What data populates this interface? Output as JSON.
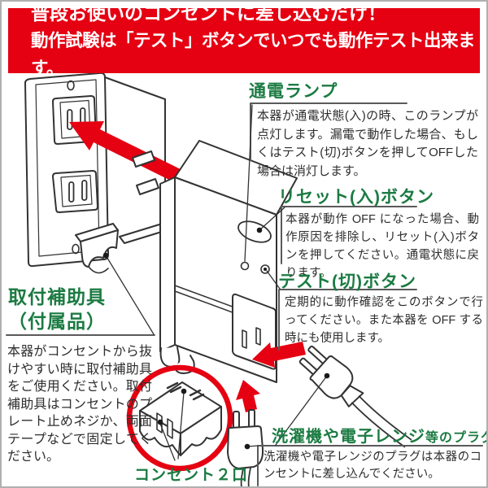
{
  "banner": {
    "line1": "普段お使いのコンセントに差し込むだけ！",
    "line2": "動作試験は「テスト」ボタンでいつでも動作テスト出来ます。",
    "bg": "#e50012",
    "fg": "#ffffff"
  },
  "colors": {
    "accent_red": "#e50012",
    "heading_green": "#1b7b42",
    "line_art": "#333333",
    "rule_gray": "#5a5a5a",
    "frame_border": "#b0b0b0"
  },
  "annotations": {
    "lamp": {
      "title": "通電ランプ",
      "body": "本器が通電状態(入)の時、このランプが点灯します。漏電で動作した場合、もしくはテスト(切)ボタンを押してOFFした場合は消灯します。"
    },
    "reset": {
      "title": "リセット(入)ボタン",
      "body": "本器が動作 OFF になった場合、動作原因を排除し、リセット(入)ボタンを押してください。通電状態に戻ります。"
    },
    "test": {
      "title": "テスト(切)ボタン",
      "body": "定期的に動作確認をこのボタンで行ってください。また本器を OFF する時にも使用します。"
    },
    "aid": {
      "title_line1": "取付補助具",
      "title_line2": "（付属品）",
      "body": "本器がコンセントから抜けやすい時に取付補助具をご使用ください。取付補助具はコンセントのプレート止めネジか、両面テープなどで固定してください。"
    },
    "outlet2": {
      "label": "コンセント２口"
    },
    "appliance_plug": {
      "title_main": "洗濯機や電子レンジ",
      "title_sub": "等のプラグ",
      "body": "洗濯機や電子レンジのプラグは本器のコンセントに差し込んでください。"
    }
  },
  "illustrations": {
    "wall_outlet": "wall-outlet-2-socket",
    "device": "leakage-breaker-adapter",
    "bracket": "mounting-aid-bracket",
    "closeup": "outlet-2port-magnified-circle",
    "plug_upright": "appliance-plug-upright",
    "plug_corded": "appliance-plug-with-cord",
    "arrows": "red-direction-arrows"
  }
}
